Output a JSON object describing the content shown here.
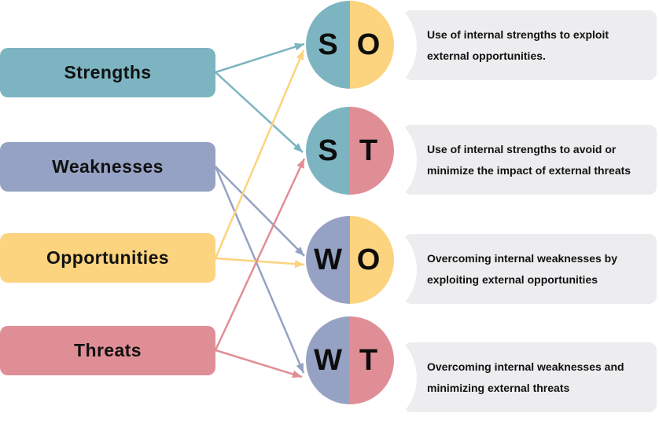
{
  "colors": {
    "strengths": "#7db4c1",
    "weaknesses": "#96a2c4",
    "opportunities": "#fcd37e",
    "threats": "#e08e96",
    "panel_bg": "#ededef",
    "text": "#111111"
  },
  "factors": [
    {
      "id": "strengths",
      "label": "Strengths"
    },
    {
      "id": "weaknesses",
      "label": "Weaknesses"
    },
    {
      "id": "opportunities",
      "label": "Opportunities"
    },
    {
      "id": "threats",
      "label": "Threats"
    }
  ],
  "strategies": [
    {
      "id": "so",
      "left_letter": "S",
      "right_letter": "O",
      "lines": [
        "Use of internal strengths to exploit",
        "external opportunities."
      ]
    },
    {
      "id": "st",
      "left_letter": "S",
      "right_letter": "T",
      "lines": [
        "Use of internal strengths to avoid or",
        "minimize the impact of external threats"
      ]
    },
    {
      "id": "wo",
      "left_letter": "W",
      "right_letter": "O",
      "lines": [
        "Overcoming internal weaknesses by",
        "exploiting external opportunities"
      ]
    },
    {
      "id": "wt",
      "left_letter": "W",
      "right_letter": "T",
      "lines": [
        "Overcoming internal weaknesses and",
        "minimizing external threats"
      ]
    }
  ]
}
